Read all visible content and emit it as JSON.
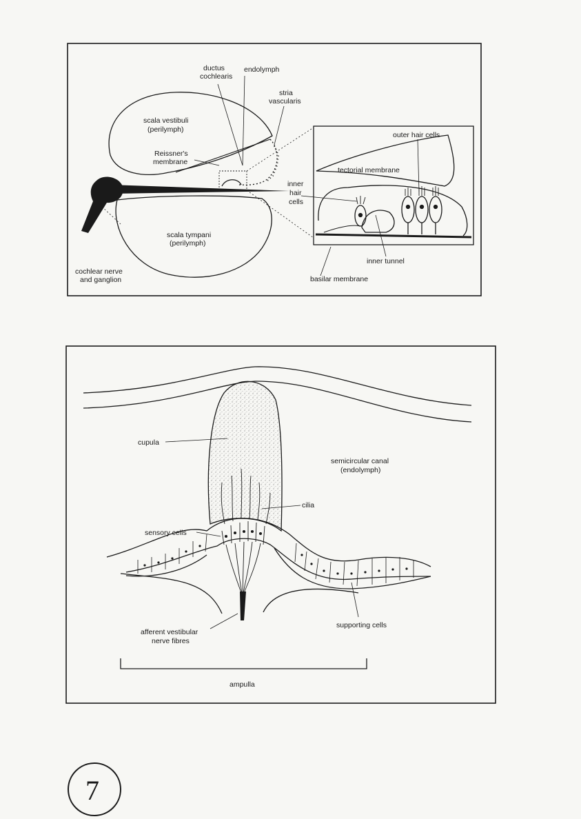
{
  "figure1": {
    "labels": {
      "ductus_1": "ductus",
      "ductus_2": "cochlearis",
      "endolymph": "endolymph",
      "stria_1": "stria",
      "stria_2": "vascularis",
      "scala_vestibuli_1": "scala vestibuli",
      "scala_vestibuli_2": "(perilymph)",
      "reissner_1": "Reissner's",
      "reissner_2": "membrane",
      "scala_tympani_1": "scala tympani",
      "scala_tympani_2": "(perilymph)",
      "cochlear_1": "cochlear nerve",
      "cochlear_2": "and ganglion",
      "outer_hair": "outer hair cells",
      "tectorial": "tectorial membrane",
      "inner_hair_1": "inner",
      "inner_hair_2": "hair",
      "inner_hair_3": "cells",
      "inner_tunnel": "inner tunnel",
      "basilar": "basilar membrane"
    }
  },
  "figure2": {
    "labels": {
      "cupula": "cupula",
      "semicircular_1": "semicircular canal",
      "semicircular_2": "(endolymph)",
      "cilia": "cilia",
      "sensory": "sensory cells",
      "afferent_1": "afferent vestibular",
      "afferent_2": "nerve fibres",
      "supporting": "supporting cells",
      "ampulla": "ampulla"
    }
  },
  "page_number": "7",
  "colors": {
    "ink": "#1a1a1a",
    "paper": "#f7f7f4"
  }
}
